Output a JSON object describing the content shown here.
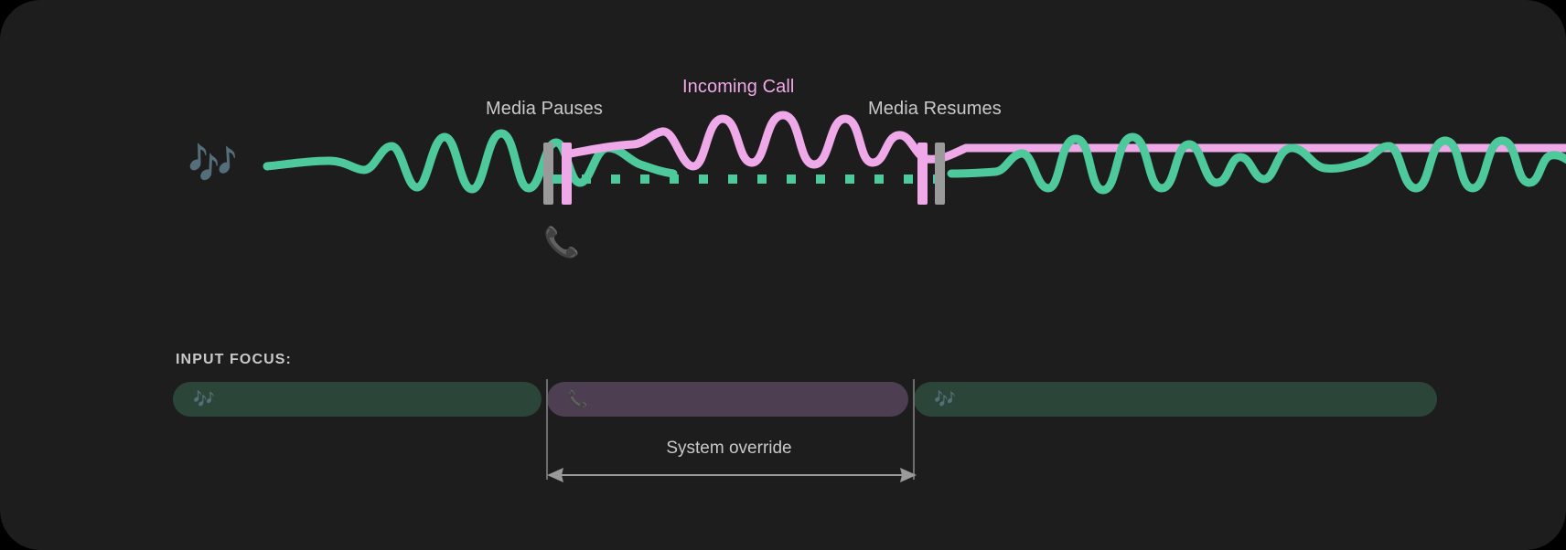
{
  "card": {
    "background": "#1d1d1d",
    "page_background": "#000000"
  },
  "timeline": {
    "labels": {
      "media_pauses": "Media Pauses",
      "incoming_call": "Incoming Call",
      "media_resumes": "Media Resumes"
    },
    "icons": {
      "music_notes": "🎶",
      "phone": "📞"
    },
    "colors": {
      "media_wave": "#4ec99b",
      "call_wave": "#efa9e9",
      "marker_gray": "#9a9a9a",
      "marker_pink": "#efa9e9",
      "muted_dots": "#4ec99b",
      "label_text": "#c9c9c9",
      "call_label_text": "#efa9e9"
    }
  },
  "focus": {
    "title": "INPUT FOCUS:",
    "bars": [
      {
        "name": "media-1",
        "icon": "🎶",
        "color": "#2b4539",
        "icon_color": "#4ec99b"
      },
      {
        "name": "call",
        "icon": "📞",
        "color": "#4d3e52",
        "icon_color": "#efa9e9"
      },
      {
        "name": "media-2",
        "icon": "🎶",
        "color": "#2b4539",
        "icon_color": "#4ec99b"
      }
    ],
    "override_label": "System override",
    "guide_color": "#6e6e6e",
    "arrow_color": "#9a9a9a"
  }
}
